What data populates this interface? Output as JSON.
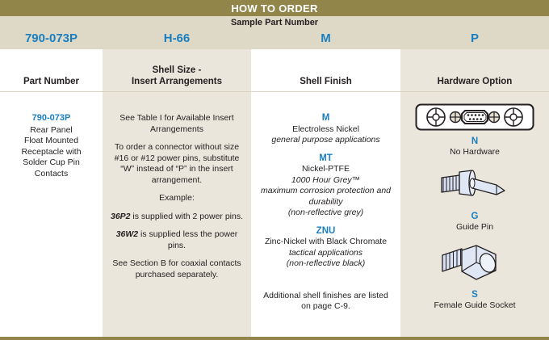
{
  "header": {
    "title": "HOW TO ORDER",
    "sample_label": "Sample Part Number",
    "sample_values": [
      "790-073P",
      "H-66",
      "M",
      "P"
    ]
  },
  "columns": [
    {
      "head": [
        "Part Number"
      ]
    },
    {
      "head": [
        "Shell Size -",
        "Insert Arrangements"
      ]
    },
    {
      "head": [
        "Shell Finish"
      ]
    },
    {
      "head": [
        "Hardware Option"
      ]
    }
  ],
  "part_number": {
    "code": "790-073P",
    "description": [
      "Rear Panel",
      "Float Mounted",
      "Receptacle with",
      "Solder Cup Pin",
      "Contacts"
    ]
  },
  "shell_size": {
    "p1": "See Table I for Available Insert Arrangements",
    "p2": "To order a connector without size #16 or #12 power pins, substitute “W” instead of “P” in the insert arrangement.",
    "p3": "Example:",
    "ex1_code": "36P2",
    "ex1_text": " is supplied with 2 power pins.",
    "ex2_code": "36W2",
    "ex2_text": " is supplied less the power pins.",
    "p4": "See Section B for coaxial contacts purchased separately."
  },
  "shell_finish": {
    "options": [
      {
        "code": "M",
        "name": "Electroless Nickel",
        "notes": [
          "general purpose applications"
        ]
      },
      {
        "code": "MT",
        "name": "Nickel-PTFE",
        "notes": [
          "1000 Hour Grey™",
          "maximum corrosion protection and durability",
          "(non-reflective grey)"
        ]
      },
      {
        "code": "ZNU",
        "name": "Zinc-Nickel with Black Chromate",
        "notes": [
          "tactical applications",
          "(non-reflective black)"
        ]
      }
    ],
    "footnote": "Additional shell finishes are listed on page C-9."
  },
  "hardware": {
    "options": [
      {
        "icon": "dsub-connector-no-hardware-icon",
        "code": "N",
        "name": "No Hardware"
      },
      {
        "icon": "guide-pin-icon",
        "code": "G",
        "name": "Guide Pin"
      },
      {
        "icon": "female-guide-socket-icon",
        "code": "S",
        "name": "Female Guide Socket"
      }
    ]
  },
  "colors": {
    "header_olive": "#918549",
    "sample_band": "#ded9c6",
    "column_beige": "#eae6db",
    "accent_blue": "#1a7fc1",
    "text": "#231f20"
  }
}
